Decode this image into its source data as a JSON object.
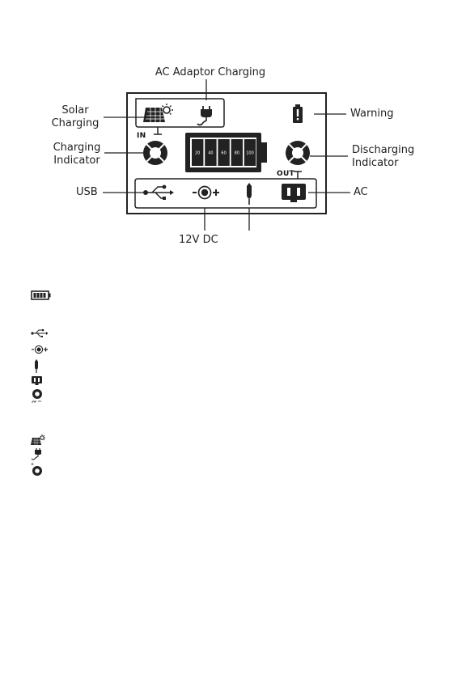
{
  "callouts": {
    "ac_adaptor_charging": "AC Adaptor Charging",
    "solar_charging_line1": "Solar",
    "solar_charging_line2": "Charging",
    "warning": "Warning",
    "charging_indicator_line1": "Charging",
    "charging_indicator_line2": "Indicator",
    "discharging_indicator_line1": "Discharging",
    "discharging_indicator_line2": "Indicator",
    "usb": "USB",
    "ac": "AC",
    "dc_12v": "12V DC"
  },
  "display": {
    "in_label": "IN",
    "out_label": "OUT",
    "battery_segments": [
      "20",
      "40",
      "60",
      "80",
      "100"
    ]
  },
  "legend": {
    "groups": [
      [
        "battery-icon"
      ],
      [
        "usb-icon",
        "dc-port-icon",
        "car-port-icon",
        "ac-outlet-icon",
        "out-indicator-icon"
      ],
      [
        "solar-panel-icon",
        "ac-plug-icon",
        "in-indicator-icon"
      ]
    ]
  },
  "colors": {
    "ink": "#222222",
    "screen_bg": "#ffffff"
  }
}
